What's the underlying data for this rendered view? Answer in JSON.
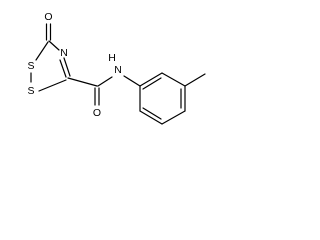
{
  "molecule": {
    "atoms": {
      "o_carbonyl_ring": "O",
      "n_ring": "N",
      "s_ring_1": "S",
      "s_ring_2": "S",
      "nh_amide": "N",
      "nh_amide_h": "H",
      "o_amide": "O"
    }
  }
}
